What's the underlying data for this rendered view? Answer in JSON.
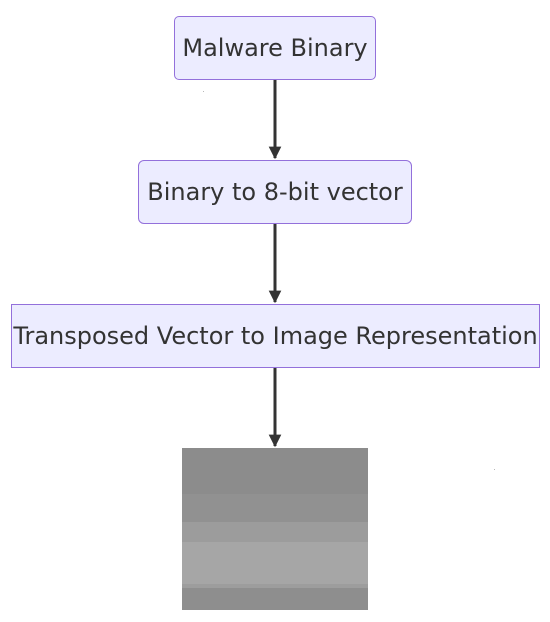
{
  "nodes": [
    {
      "label": "Malware Binary"
    },
    {
      "label": "Binary to 8-bit vector"
    },
    {
      "label": "Transposed Vector to Image Representation"
    }
  ],
  "colors": {
    "node_fill": "#ececff",
    "node_border": "#9370db",
    "arrow": "#333333"
  },
  "output_image": {
    "icon": "grayscale-image",
    "bands": [
      "#8c8c8c",
      "#919191",
      "#9c9c9c",
      "#a6a6a6",
      "#9d9d9d",
      "#8e8e8e"
    ]
  }
}
